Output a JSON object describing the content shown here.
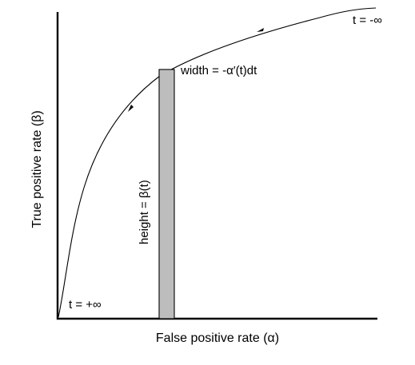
{
  "figure": {
    "x_axis_label": "False positive rate (α)",
    "y_axis_label": "True positive rate (β)",
    "annotations": {
      "start": "t = -∞",
      "end": "t = +∞",
      "width": "width = -α′(t)dt",
      "height": "height  = β(t)"
    },
    "colors": {
      "curve": "#000000",
      "strip_fill": "#bdbdbd",
      "strip_stroke": "#000000"
    }
  }
}
